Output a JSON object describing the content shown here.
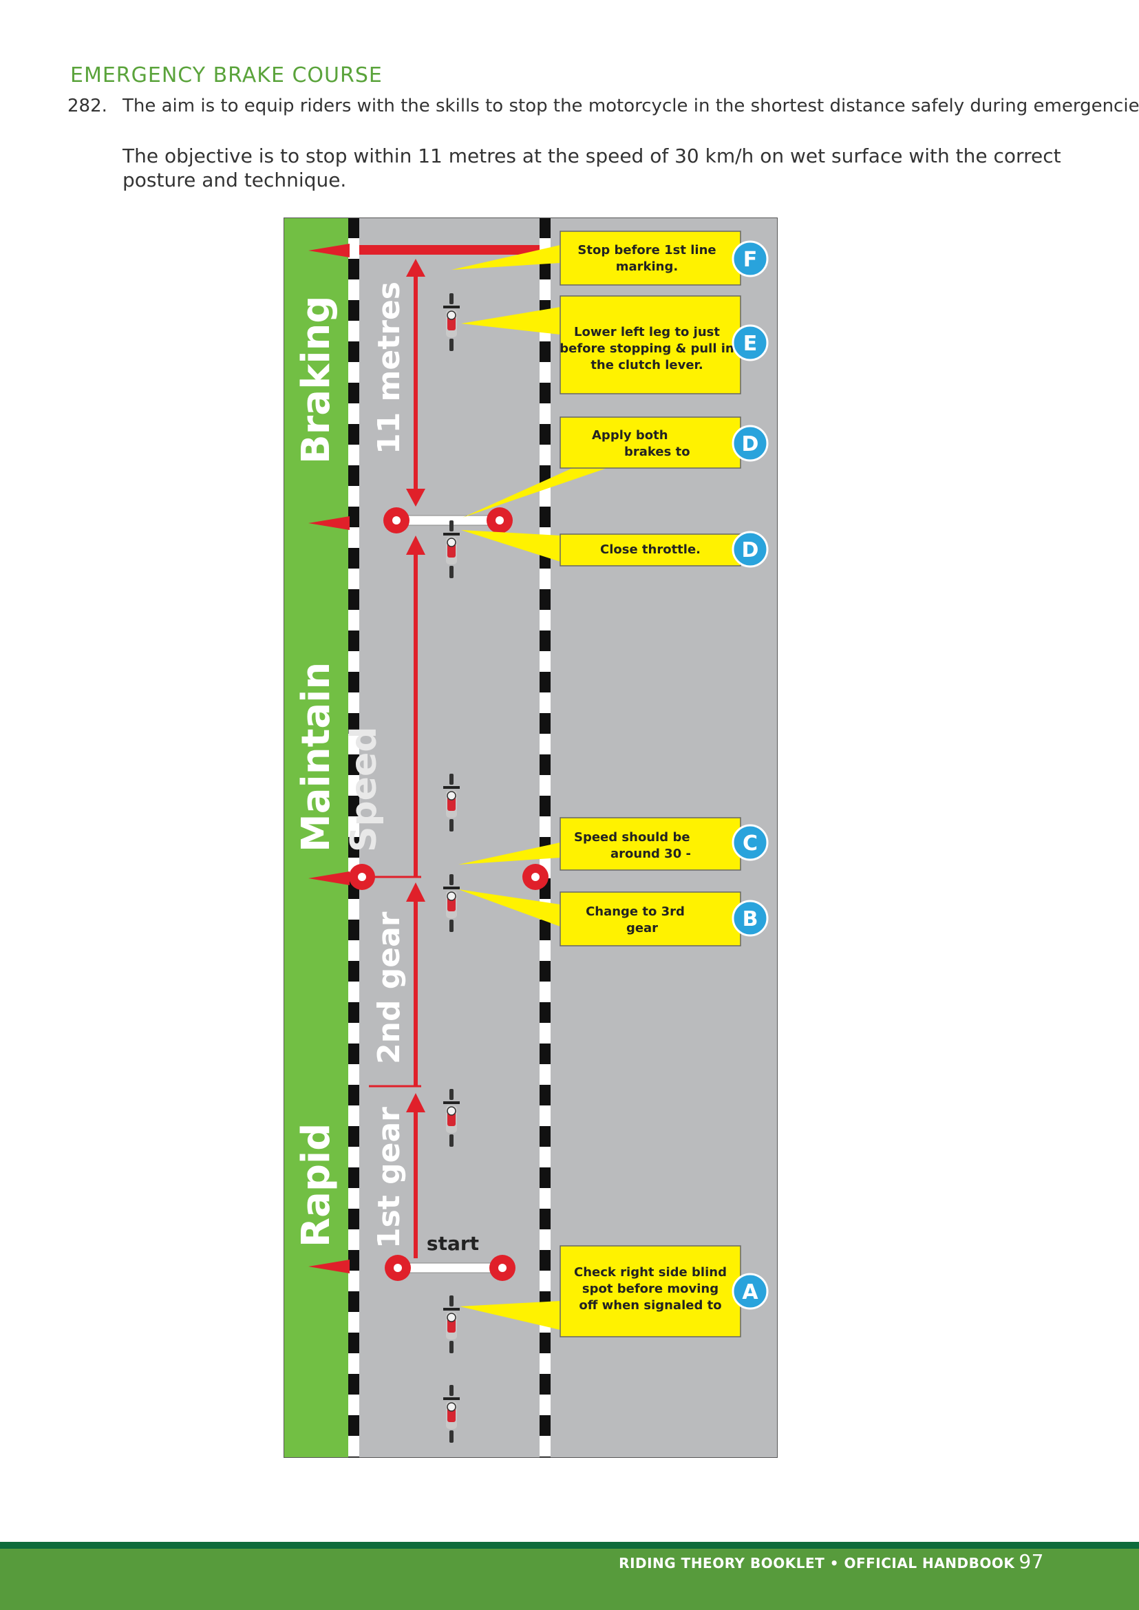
{
  "heading": "EMERGENCY BRAKE COURSE",
  "paragraph": {
    "number": "282.",
    "text1": "The aim is to equip riders with the skills to stop the motorcycle in the shortest distance safely during emergencies.",
    "text2": "The objective is to stop within 11 metres at the speed of 30 km/h on wet surface with the correct posture and technique."
  },
  "diagram": {
    "zones": [
      "Braking",
      "Maintain",
      "Rapid"
    ],
    "lane_labels": [
      "11 metres",
      "Speed",
      "2nd gear",
      "1st gear"
    ],
    "start_label": "start",
    "callouts": [
      {
        "badge": "F",
        "lines": [
          "Stop before 1st line",
          "marking."
        ]
      },
      {
        "badge": "E",
        "lines": [
          "Lower left leg to just",
          "before stopping & pull in",
          "the clutch lever."
        ]
      },
      {
        "badge": "D",
        "lines": [
          "Apply both",
          "brakes to"
        ]
      },
      {
        "badge": "D",
        "lines": [
          "Close throttle."
        ]
      },
      {
        "badge": "C",
        "lines": [
          "Speed should be",
          "around 30 -"
        ]
      },
      {
        "badge": "B",
        "lines": [
          "Change to 3rd",
          "gear"
        ]
      },
      {
        "badge": "A",
        "lines": [
          "Check right side blind",
          "spot before moving",
          "off when signaled to"
        ]
      }
    ],
    "colors": {
      "grass": "#72bf44",
      "road": "#babbbd",
      "callout": "#fff200",
      "badge": "#29a3dc",
      "arrow": "#e0202a"
    }
  },
  "footer": {
    "text": "RIDING THEORY BOOKLET • OFFICIAL HANDBOOK",
    "page": "97"
  }
}
